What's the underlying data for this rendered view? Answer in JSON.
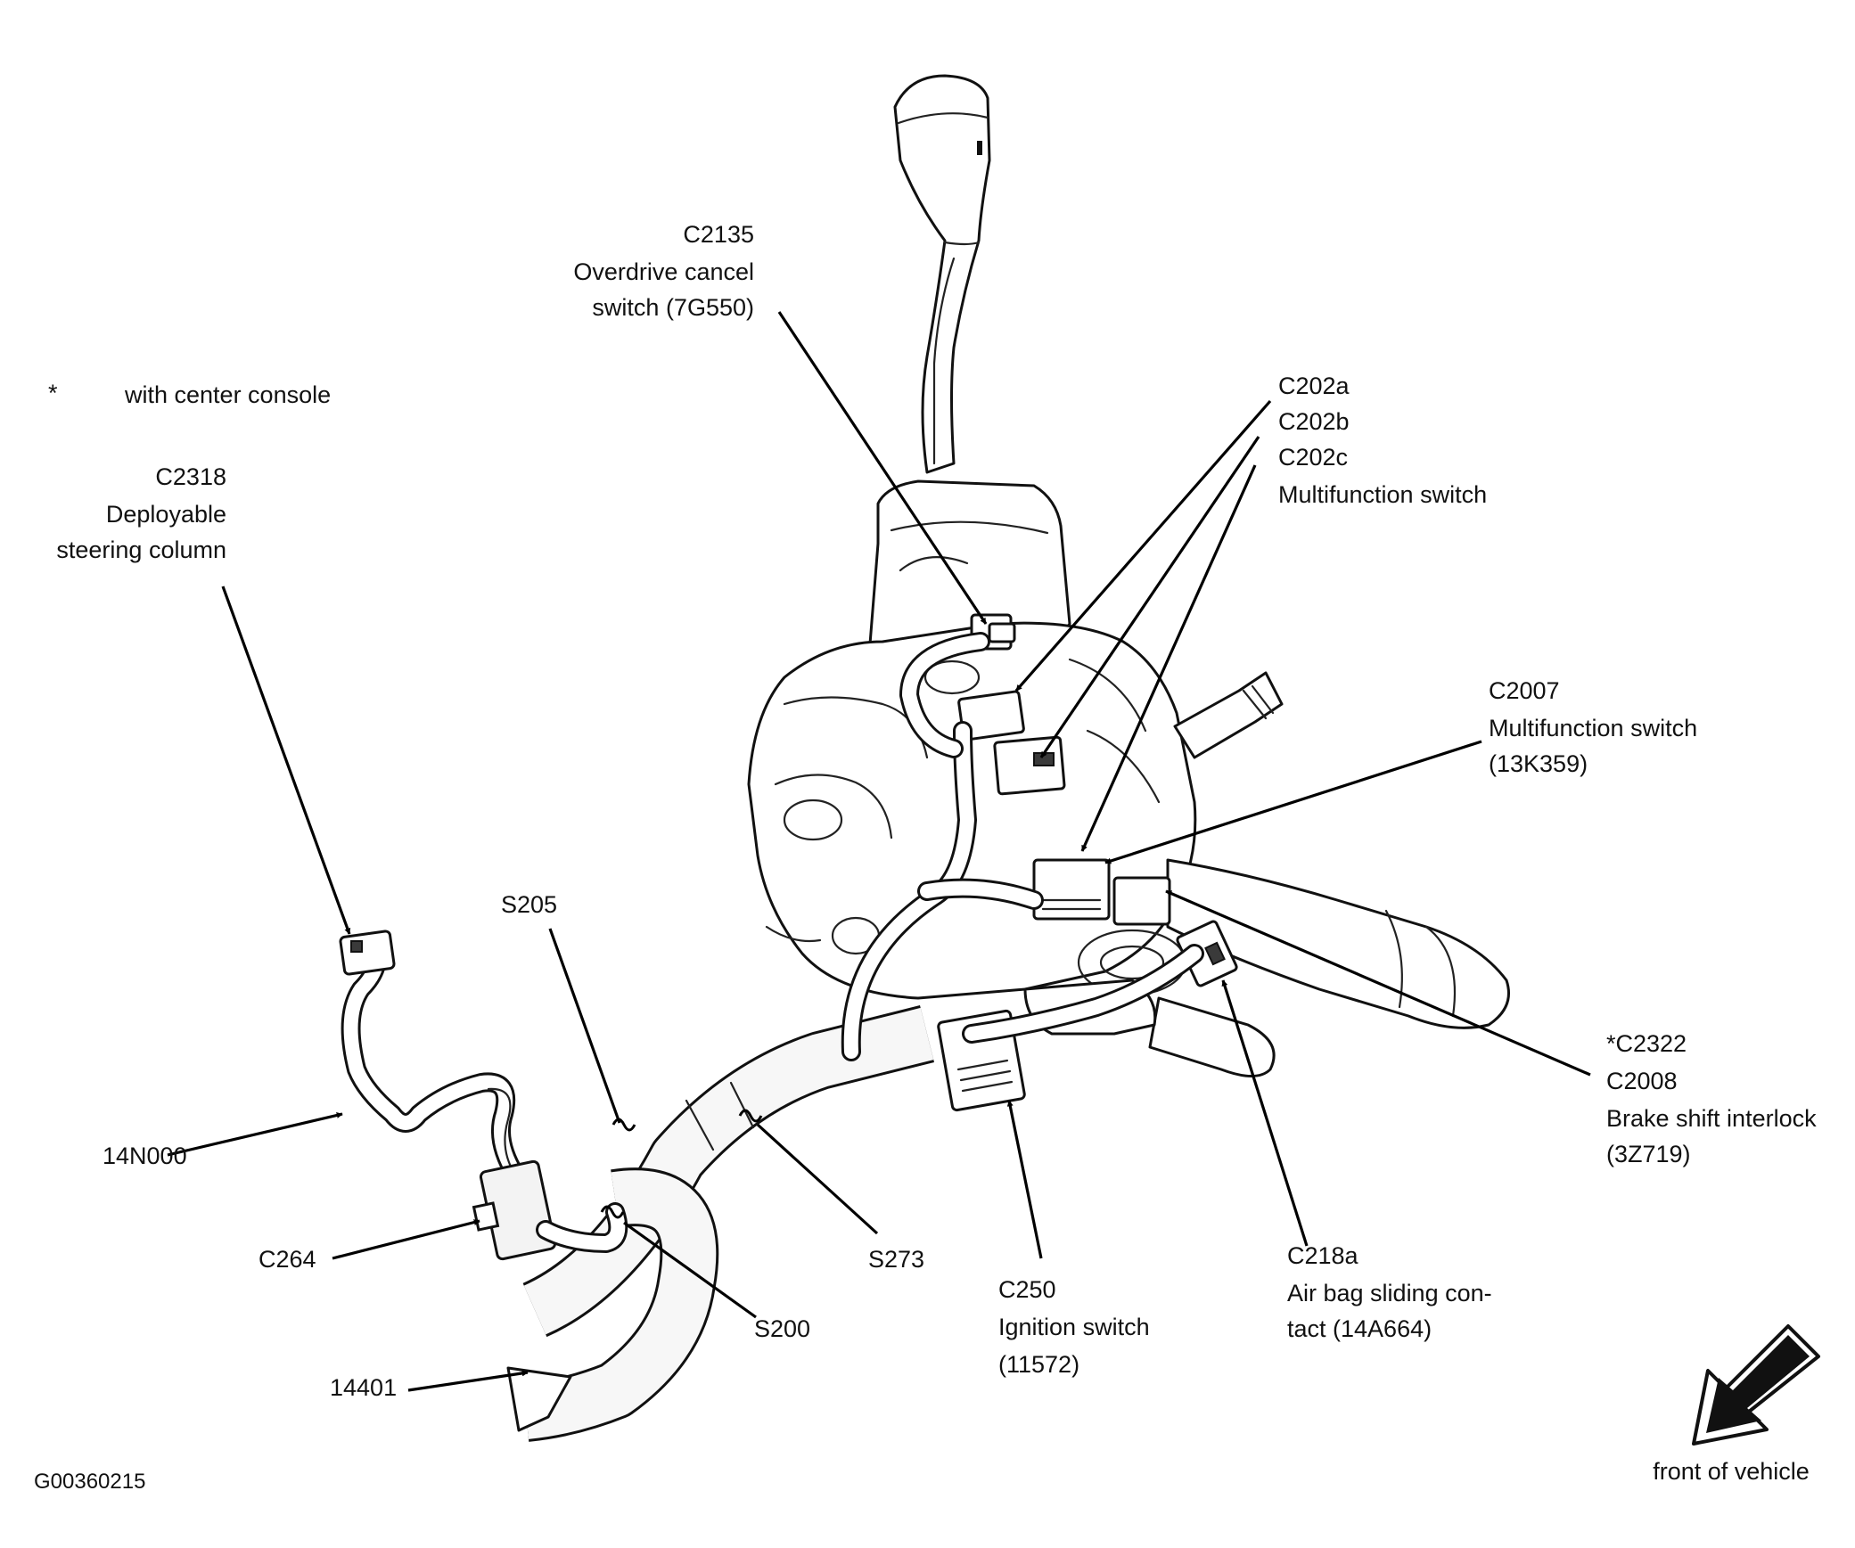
{
  "footnote": {
    "symbol": "*",
    "text": "with center console"
  },
  "labels": {
    "c2135": [
      "C2135",
      "Overdrive cancel",
      "switch (7G550)"
    ],
    "c202": [
      "C202a",
      "C202b",
      "C202c",
      "Multifunction switch"
    ],
    "c2318": [
      "C2318",
      "Deployable",
      "steering column"
    ],
    "c2007": [
      "C2007",
      "Multifunction switch",
      "(13K359)"
    ],
    "s205": "S205",
    "n14n000": "14N000",
    "c264": "C264",
    "s273": "S273",
    "s200": "S200",
    "n14401": "14401",
    "c250": [
      "C250",
      "Ignition switch",
      "(11572)"
    ],
    "c218a": [
      "C218a",
      "Air bag sliding con-",
      "tact (14A664)"
    ],
    "c2322": [
      "*C2322",
      "C2008",
      "Brake shift interlock",
      "(3Z719)"
    ]
  },
  "figure_id": "G00360215",
  "direction": {
    "icon": "front-arrow-icon",
    "text": "front of vehicle"
  }
}
